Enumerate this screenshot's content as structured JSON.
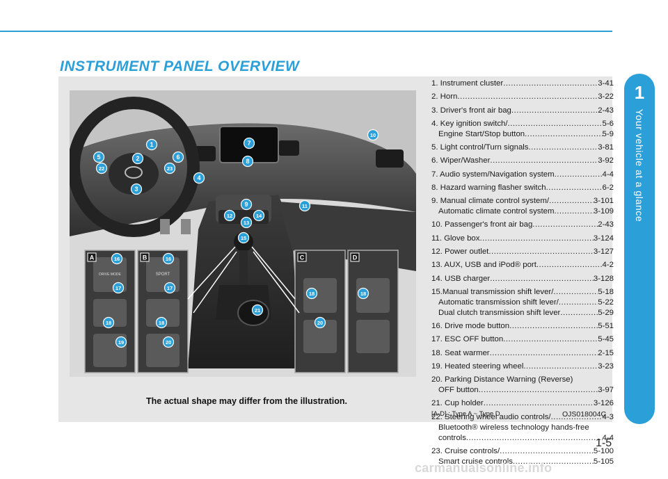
{
  "page": {
    "title": "INSTRUMENT PANEL OVERVIEW",
    "chapter_number": "1",
    "chapter_title": "Your vehicle at a glance",
    "page_number": "1-5",
    "watermark": "carmanualsonline.info"
  },
  "illustration": {
    "caption": "The actual shape may differ from the illustration.",
    "type_note": "[A-D] : Type A ~ Type D",
    "code": "OJS018004C",
    "type_tags": [
      "A",
      "B",
      "C",
      "D"
    ],
    "mode_labels": {
      "drive": "DRIVE MODE",
      "sport": "SPORT"
    },
    "callouts": [
      "1",
      "2",
      "3",
      "4",
      "5",
      "6",
      "7",
      "8",
      "9",
      "10",
      "11",
      "12",
      "13",
      "14",
      "15",
      "16",
      "17",
      "18",
      "19",
      "20",
      "21",
      "22",
      "23"
    ]
  },
  "items": [
    {
      "label": "1. Instrument cluster ",
      "page": "3-41"
    },
    {
      "label": "2. Horn ",
      "page": "3-22"
    },
    {
      "label": "3. Driver's front air bag ",
      "page": "2-43"
    },
    {
      "label": "4. Key ignition switch/ ",
      "page": "5-6",
      "sub": [
        {
          "label": "Engine Start/Stop button ",
          "page": "5-9"
        }
      ]
    },
    {
      "label": "5. Light control/Turn signals ",
      "page": "3-81"
    },
    {
      "label": "6. Wiper/Washer ",
      "page": "3-92"
    },
    {
      "label": "7. Audio system/Navigation system ",
      "page": "4-4"
    },
    {
      "label": "8. Hazard warning flasher switch ",
      "page": "6-2"
    },
    {
      "label": "9. Manual climate control system/ ",
      "page": "3-101",
      "sub": [
        {
          "label": "Automatic climate control system ",
          "page": "3-109"
        }
      ]
    },
    {
      "label": "10. Passenger's front air bag ",
      "page": "2-43"
    },
    {
      "label": "11. Glove box ",
      "page": "3-124"
    },
    {
      "label": "12. Power outlet ",
      "page": "3-127"
    },
    {
      "label": "13. AUX, USB and iPod® port ",
      "page": "4-2"
    },
    {
      "label": "14. USB charger ",
      "page": "3-128"
    },
    {
      "label": "15.Manual transmission shift lever/ ",
      "page": "5-18",
      "sub": [
        {
          "label": "Automatic transmission shift lever/ ",
          "page": "5-22"
        },
        {
          "label": "Dual clutch transmission shift lever ",
          "page": "5-29"
        }
      ]
    },
    {
      "label": "16. Drive mode button ",
      "page": "5-51"
    },
    {
      "label": "17. ESC OFF button ",
      "page": "5-45"
    },
    {
      "label": "18. Seat warmer ",
      "page": "2-15"
    },
    {
      "label": "19. Heated steering wheel ",
      "page": "3-23"
    },
    {
      "label": "20. Parking Distance Warning (Reverse)",
      "page": "",
      "sub": [
        {
          "label": "OFF button ",
          "page": "3-97"
        }
      ]
    },
    {
      "label": "21. Cup holder ",
      "page": "3-126"
    },
    {
      "label": "22. Steering wheel audio controls/ ",
      "page": "4-3",
      "sub": [
        {
          "label": "Bluetooth® wireless technology hands-free",
          "page": ""
        },
        {
          "label": "controls ",
          "page": "4-4"
        }
      ]
    },
    {
      "label": "23. Cruise controls/ ",
      "page": "5-100",
      "sub": [
        {
          "label": "Smart cruise controls ",
          "page": "5-105"
        }
      ]
    }
  ],
  "colors": {
    "accent": "#2a9fd8",
    "panel": "#e6e6e6",
    "callout": "#2a9fd8"
  }
}
